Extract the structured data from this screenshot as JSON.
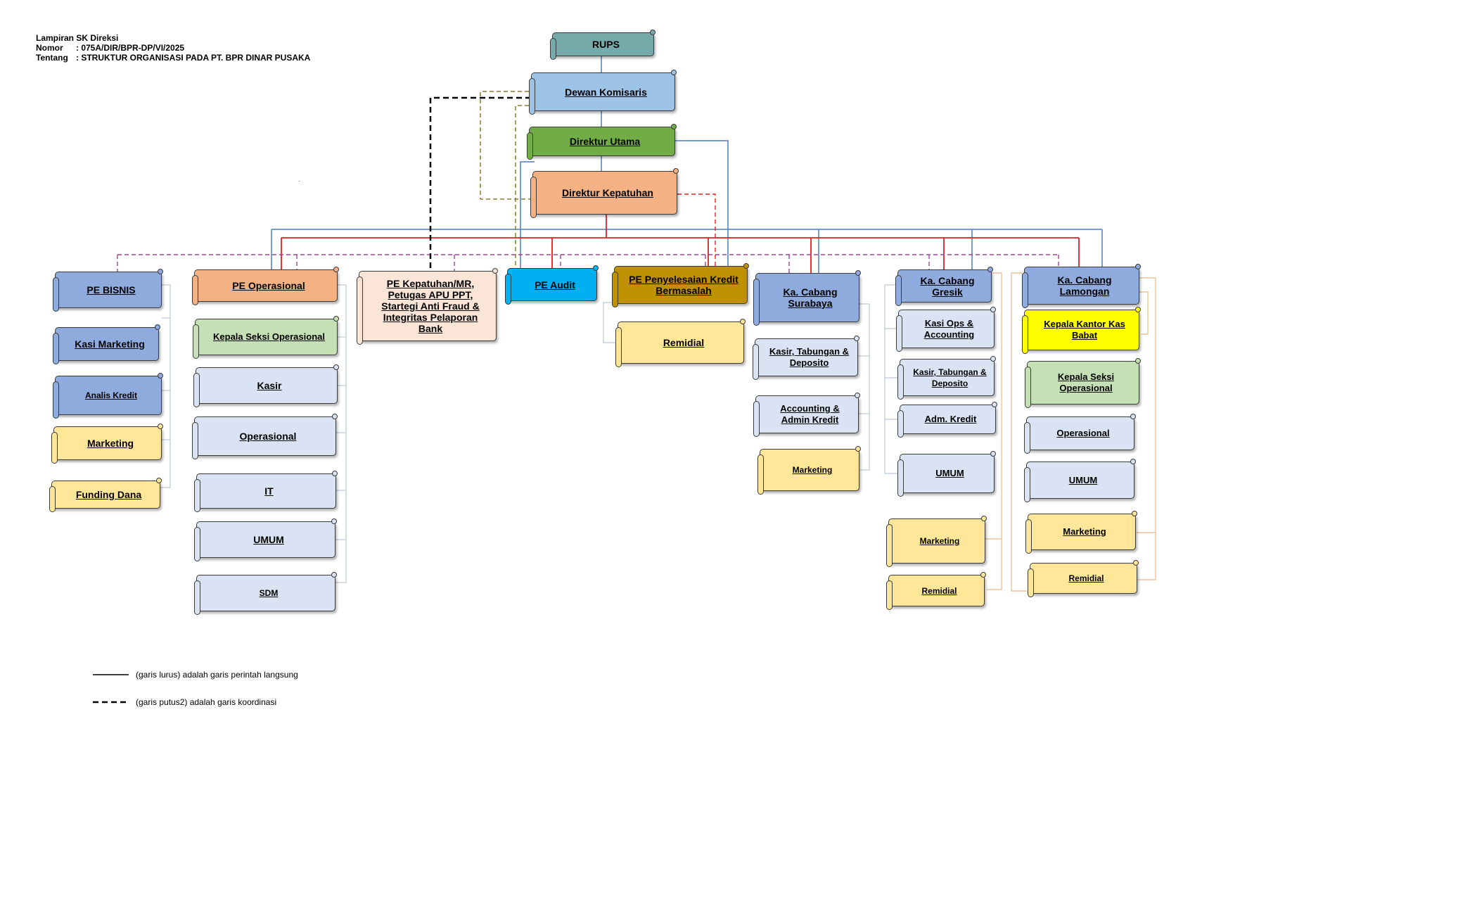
{
  "header": {
    "line1": "Lampiran SK Direksi",
    "nomor_label": "Nomor",
    "nomor_value": ": 075A/DIR/BPR-DP/VI/2025",
    "tentang_label": "Tentang",
    "tentang_value": ": STRUKTUR ORGANISASI PADA PT. BPR DINAR PUSAKA"
  },
  "top": {
    "rups": "RUPS",
    "dewan": "Dewan Komisaris",
    "dirut": "Direktur Utama",
    "dirkep": "Direktur Kepatuhan"
  },
  "pe": {
    "bisnis": "PE BISNIS",
    "operasional": "PE Operasional",
    "kepatuhan": "PE Kepatuhan/MR, Petugas APU PPT, Startegi Anti Fraud & Integritas Pelaporan Bank",
    "audit": "PE Audit",
    "kredit_bermasalah": "PE Penyelesaian Kredit Bermasalah"
  },
  "bisnis_units": {
    "kasi_marketing": "Kasi Marketing",
    "analis_kredit": "Analis Kredit",
    "marketing": "Marketing",
    "funding_dana": "Funding Dana"
  },
  "operasional_units": {
    "kepala_seksi": "Kepala Seksi Operasional",
    "kasir": "Kasir",
    "operasional": "Operasional",
    "it": "IT",
    "umum": "UMUM",
    "sdm": "SDM"
  },
  "kredit_units": {
    "remidial": "Remidial"
  },
  "surabaya": {
    "head": "Ka. Cabang Surabaya",
    "kasir": "Kasir, Tabungan & Deposito",
    "accounting": "Accounting & Admin Kredit",
    "marketing": "Marketing"
  },
  "gresik": {
    "head": "Ka. Cabang Gresik",
    "kasi_ops": "Kasi Ops & Accounting",
    "kasir": "Kasir, Tabungan & Deposito",
    "adm": "Adm. Kredit",
    "umum": "UMUM",
    "marketing": "Marketing",
    "remidial": "Remidial"
  },
  "lamongan": {
    "head": "Ka. Cabang Lamongan",
    "kas_babat": "Kepala Kantor Kas Babat",
    "kepala_seksi": "Kepala Seksi Operasional",
    "operasional": "Operasional",
    "umum": "UMUM",
    "marketing": "Marketing",
    "remidial": "Remidial"
  },
  "legend": {
    "solid": "(garis lurus) adalah garis perintah langsung",
    "dashed": "(garis putus2) adalah garis koordinasi"
  },
  "colors": {
    "command_line": "#4a7ebb",
    "red_line": "#e02020",
    "purple_dash": "#a040a0",
    "olive_dash": "#8b7a2e",
    "orange_dash": "#c99a5a"
  }
}
